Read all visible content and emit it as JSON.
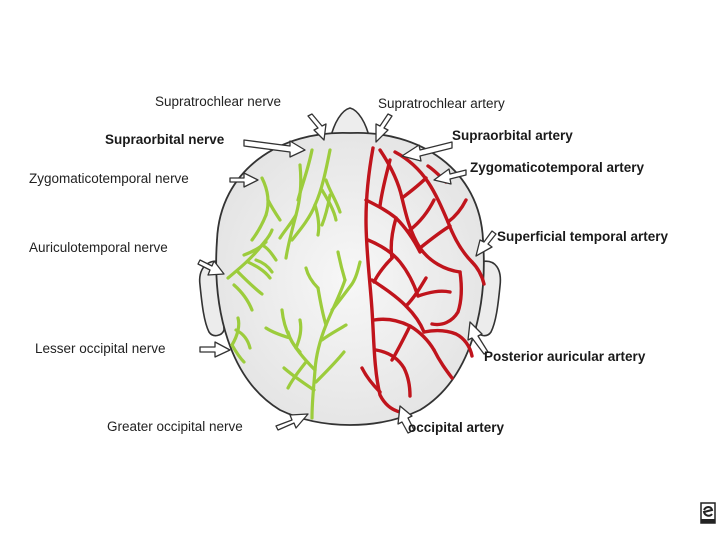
{
  "labels": {
    "supratrochlear_nerve": "Supratrochlear nerve",
    "supraorbital_nerve": "Supraorbital nerve",
    "zygomaticotemporal_nerve": "Zygomaticotemporal nerve",
    "auriculotemporal_nerve": "Auriculotemporal nerve",
    "lesser_occipital_nerve": "Lesser occipital nerve",
    "greater_occipital_nerve": "Greater occipital nerve",
    "supratrochlear_artery": "Supratrochlear artery",
    "supraorbital_artery": "Supraorbital artery",
    "zygomaticotemporal_artery": "Zygomaticotemporal artery",
    "superficial_temporal_artery": "Superficial temporal artery",
    "posterior_auricular_artery": "Posterior auricular artery",
    "occipital_artery": "occipital artery"
  },
  "colors": {
    "nerve": "#9ccc3c",
    "nerve_outline": "#6f9a1f",
    "artery": "#c0141c",
    "artery_outline": "#7a0a10",
    "outline": "#333333",
    "skull_fill": "#eeeeee",
    "arrow_fill": "#ffffff"
  },
  "icons": {
    "corner": "logo-icon"
  }
}
